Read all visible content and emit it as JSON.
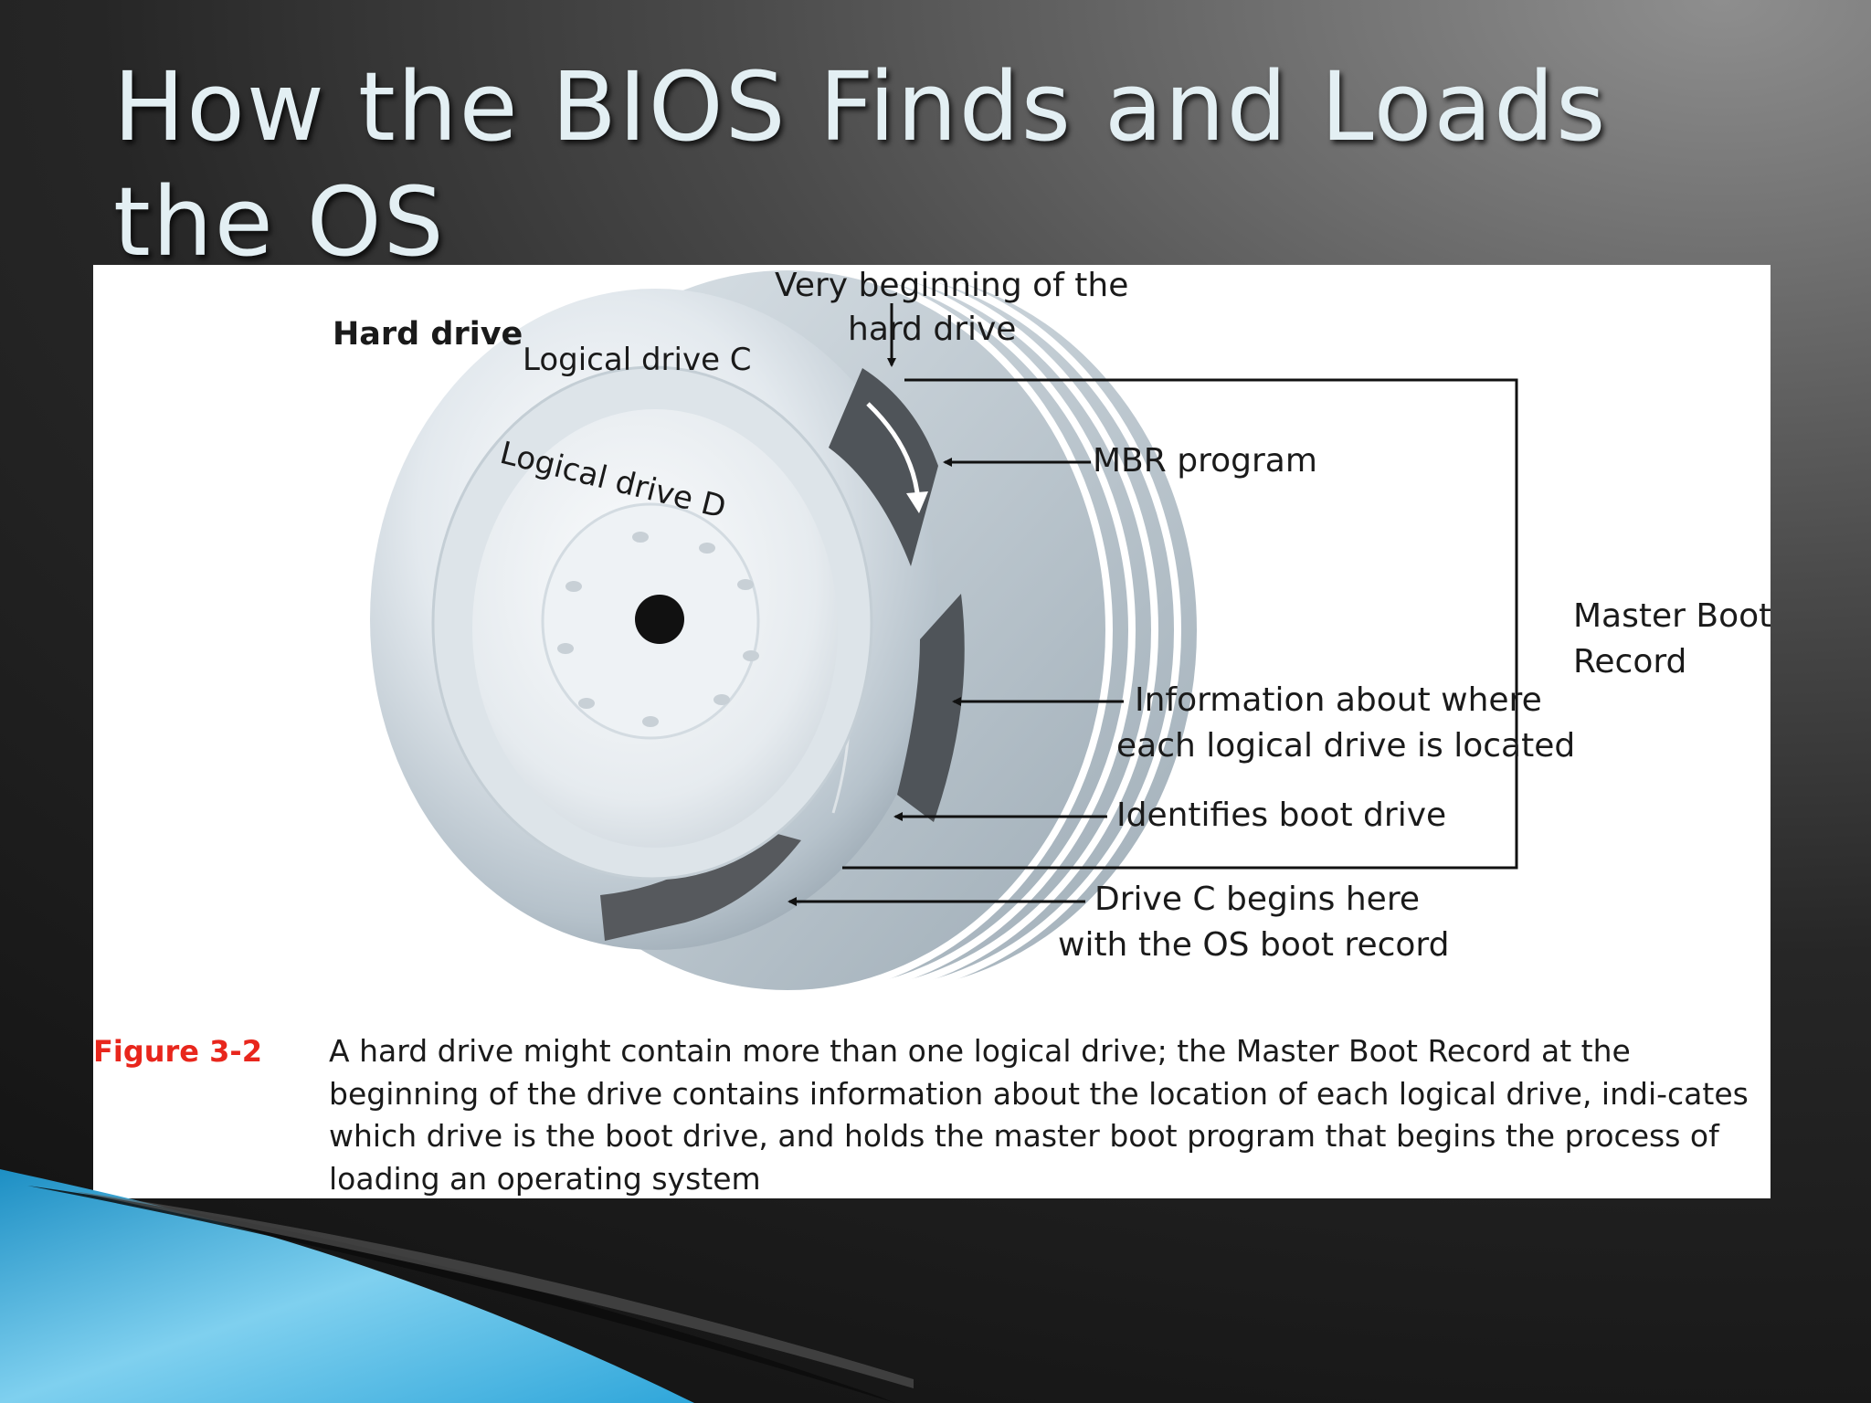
{
  "slide": {
    "title": "How the BIOS Finds and Loads the OS"
  },
  "figure": {
    "labels": {
      "hard_drive": "Hard drive",
      "logical_drive_c": "Logical drive C",
      "logical_drive_d": "Logical drive D",
      "very_beginning_line1": "Very beginning of the",
      "very_beginning_line2": "hard drive",
      "mbr_program": "MBR program",
      "master_boot_line1": "Master Boot",
      "master_boot_line2": "Record",
      "info_line1": "Information about where",
      "info_line2": "each logical drive is located",
      "identifies_boot": "Identifies boot drive",
      "drive_c_line1": "Drive C begins here",
      "drive_c_line2": "with the OS boot record"
    },
    "caption_number": "Figure 3-2",
    "caption_text": "A hard drive might contain more than one logical drive; the Master Boot Record at the beginning of the drive contains information about the location of each logical drive, indi-cates which drive is the boot drive, and holds the master boot program that begins the process of loading an operating system"
  },
  "colors": {
    "title": "#e3eff3",
    "caption_number": "#e8261c",
    "swoosh_light": "#7fd0ef",
    "swoosh_dark": "#1d8fc4"
  }
}
